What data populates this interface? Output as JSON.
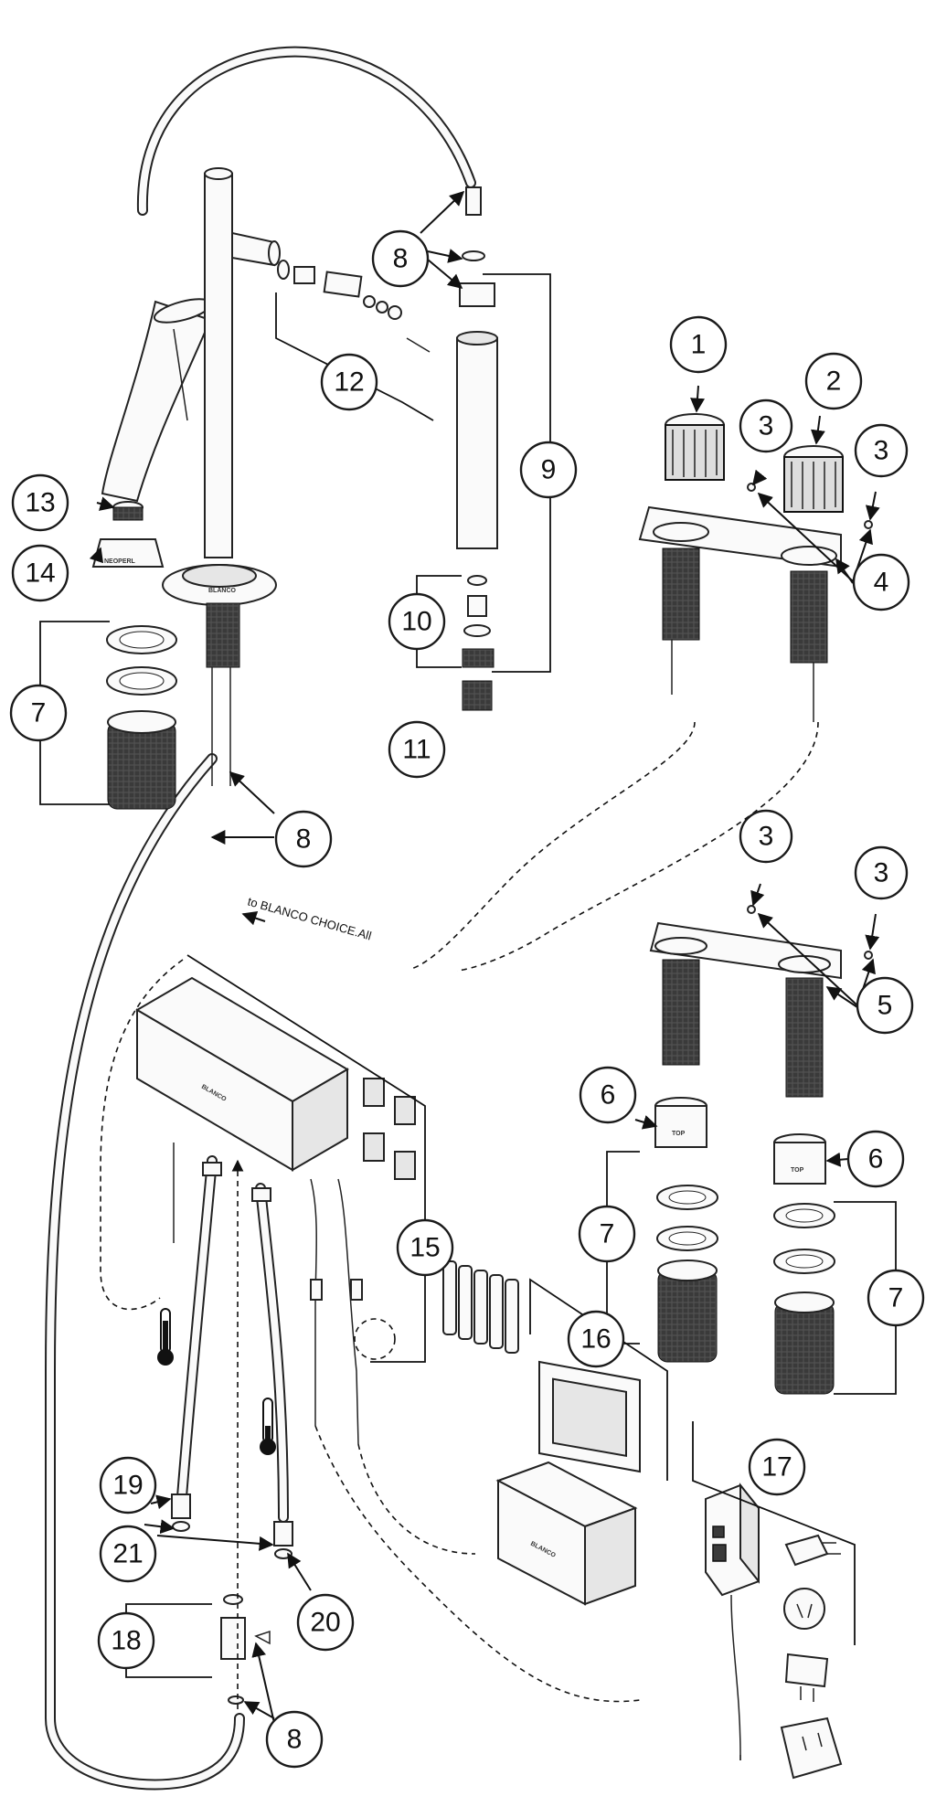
{
  "annotation": "to BLANCO CHOICE.All",
  "brand_mark": "BLANCO",
  "filter_mark": "NEOPERL",
  "spacer_mark": "TOP",
  "callouts": [
    "1",
    "2",
    "3",
    "3",
    "3",
    "3",
    "4",
    "5",
    "6",
    "6",
    "7",
    "7",
    "7",
    "7",
    "8",
    "8",
    "8",
    "8",
    "9",
    "10",
    "11",
    "12",
    "13",
    "14",
    "15",
    "16",
    "17",
    "18",
    "19",
    "20",
    "21"
  ]
}
